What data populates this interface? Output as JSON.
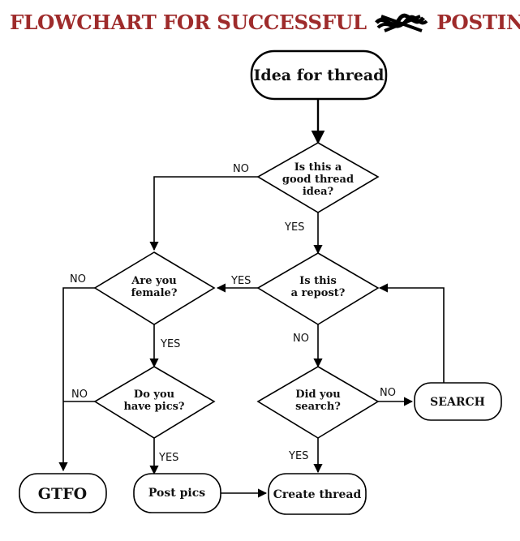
{
  "title": {
    "before": "FLOWCHART FOR SUCCESSFUL",
    "after": "POSTING",
    "title_color": "#9e2b2b"
  },
  "nodes": {
    "idea": "Idea for thread",
    "good_idea": [
      "Is this a",
      "good thread",
      "idea?"
    ],
    "female": [
      "Are you",
      "female?"
    ],
    "repost": [
      "Is this",
      "a repost?"
    ],
    "pics": [
      "Do you",
      "have pics?"
    ],
    "searched": [
      "Did you",
      "search?"
    ],
    "search": "SEARCH",
    "gtfo": "GTFO",
    "post_pics": "Post pics",
    "create": "Create thread"
  },
  "edge_labels": {
    "good_no": "NO",
    "good_yes": "YES",
    "repost_yes": "YES",
    "female_no": "NO",
    "female_yes": "YES",
    "repost_no": "NO",
    "pics_no": "NO",
    "searched_no": "NO",
    "pics_yes": "YES",
    "searched_yes": "YES"
  }
}
